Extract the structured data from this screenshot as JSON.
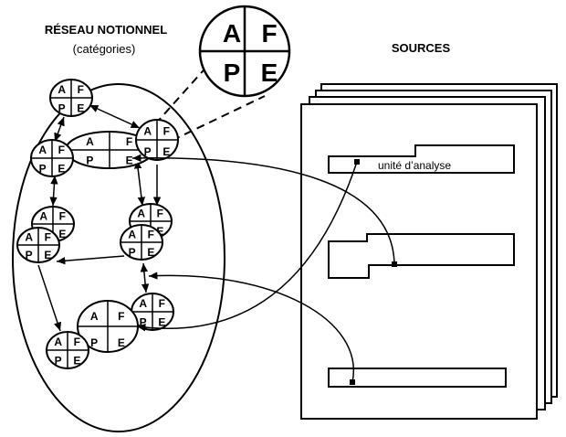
{
  "titles": {
    "network_title": "RÉSEAU NOTIONNEL",
    "network_subtitle": "(catégories)",
    "sources_title": "SOURCES"
  },
  "quadrant": {
    "top_left": "A",
    "top_right": "F",
    "bottom_left": "P",
    "bottom_right": "E"
  },
  "source_label": "unité d’analyse"
}
